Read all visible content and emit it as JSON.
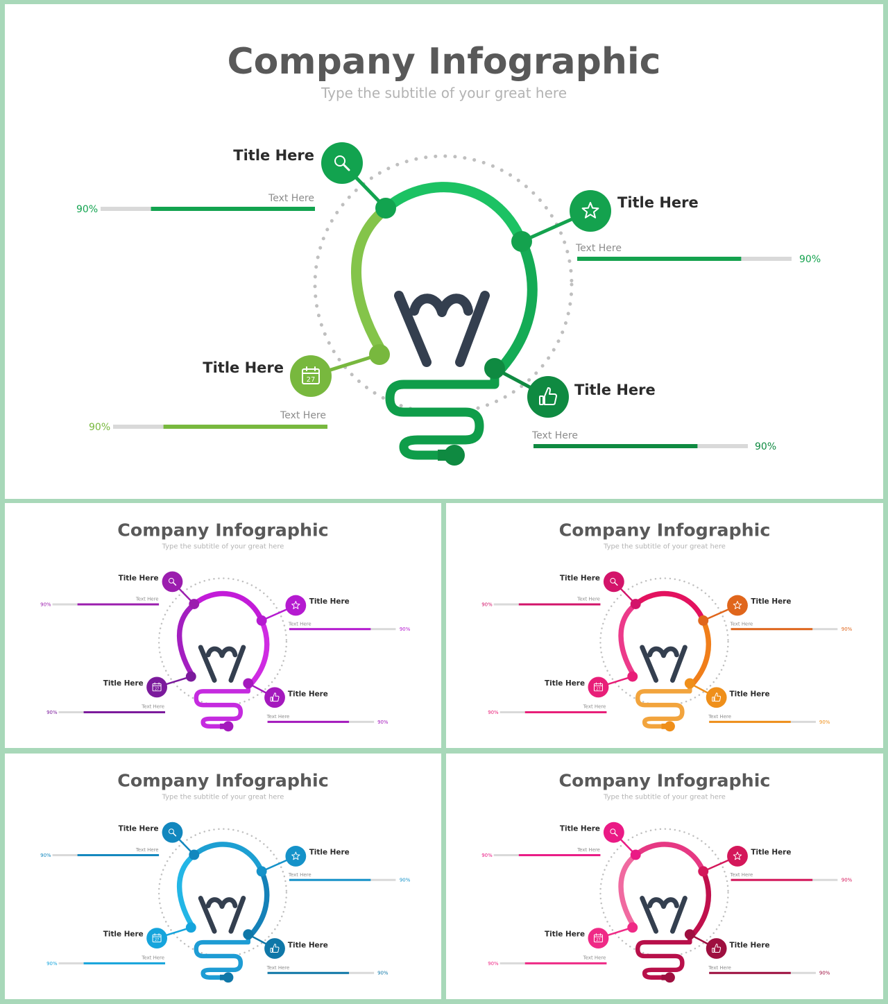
{
  "title": "Company Infographic",
  "subtitle": "Type the subtitle of your great here",
  "items": [
    {
      "title": "Title Here",
      "text": "Text Here",
      "percent": "90%",
      "value": 0.9,
      "icon": "search-icon"
    },
    {
      "title": "Title Here",
      "text": "Text Here",
      "percent": "90%",
      "value": 0.9,
      "icon": "star-icon"
    },
    {
      "title": "Title Here",
      "text": "Text Here",
      "percent": "90%",
      "value": 0.9,
      "icon": "calendar-icon"
    },
    {
      "title": "Title Here",
      "text": "Text Here",
      "percent": "90%",
      "value": 0.9,
      "icon": "thumbs-up-icon"
    }
  ],
  "calendar_day": "27",
  "themes": [
    {
      "name": "green",
      "c1": "#12a34f",
      "c2": "#14a24e",
      "c3": "#78b83e",
      "c4": "#0f8a41",
      "arcA": "#84c44a",
      "arcB": "#1cc263",
      "arcC": "#14ab55",
      "base": "#0f9d4a"
    },
    {
      "name": "purple",
      "c1": "#9b1dae",
      "c2": "#b51ad0",
      "c3": "#7b1a9c",
      "c4": "#a419bd",
      "arcA": "#a31fc0",
      "arcB": "#c21bd8",
      "arcC": "#cf2be2",
      "base": "#c52bdf"
    },
    {
      "name": "pink-orange",
      "c1": "#d3146a",
      "c2": "#e0661c",
      "c3": "#e81e78",
      "c4": "#ef8f1a",
      "arcA": "#ec3a8a",
      "arcB": "#e3125f",
      "arcC": "#f07e1a",
      "base": "#f2a43d"
    },
    {
      "name": "blue",
      "c1": "#1287be",
      "c2": "#1592c9",
      "c3": "#15a4dc",
      "c4": "#0f77a8",
      "arcA": "#23b6e6",
      "arcB": "#1d9fd2",
      "arcC": "#1581b8",
      "base": "#1e9cd4"
    },
    {
      "name": "rose",
      "c1": "#ea1a85",
      "c2": "#d4175a",
      "c3": "#ef2a86",
      "c4": "#9e0f3f",
      "arcA": "#f06aa0",
      "arcB": "#e63883",
      "arcC": "#c0104c",
      "base": "#b8104a"
    }
  ]
}
